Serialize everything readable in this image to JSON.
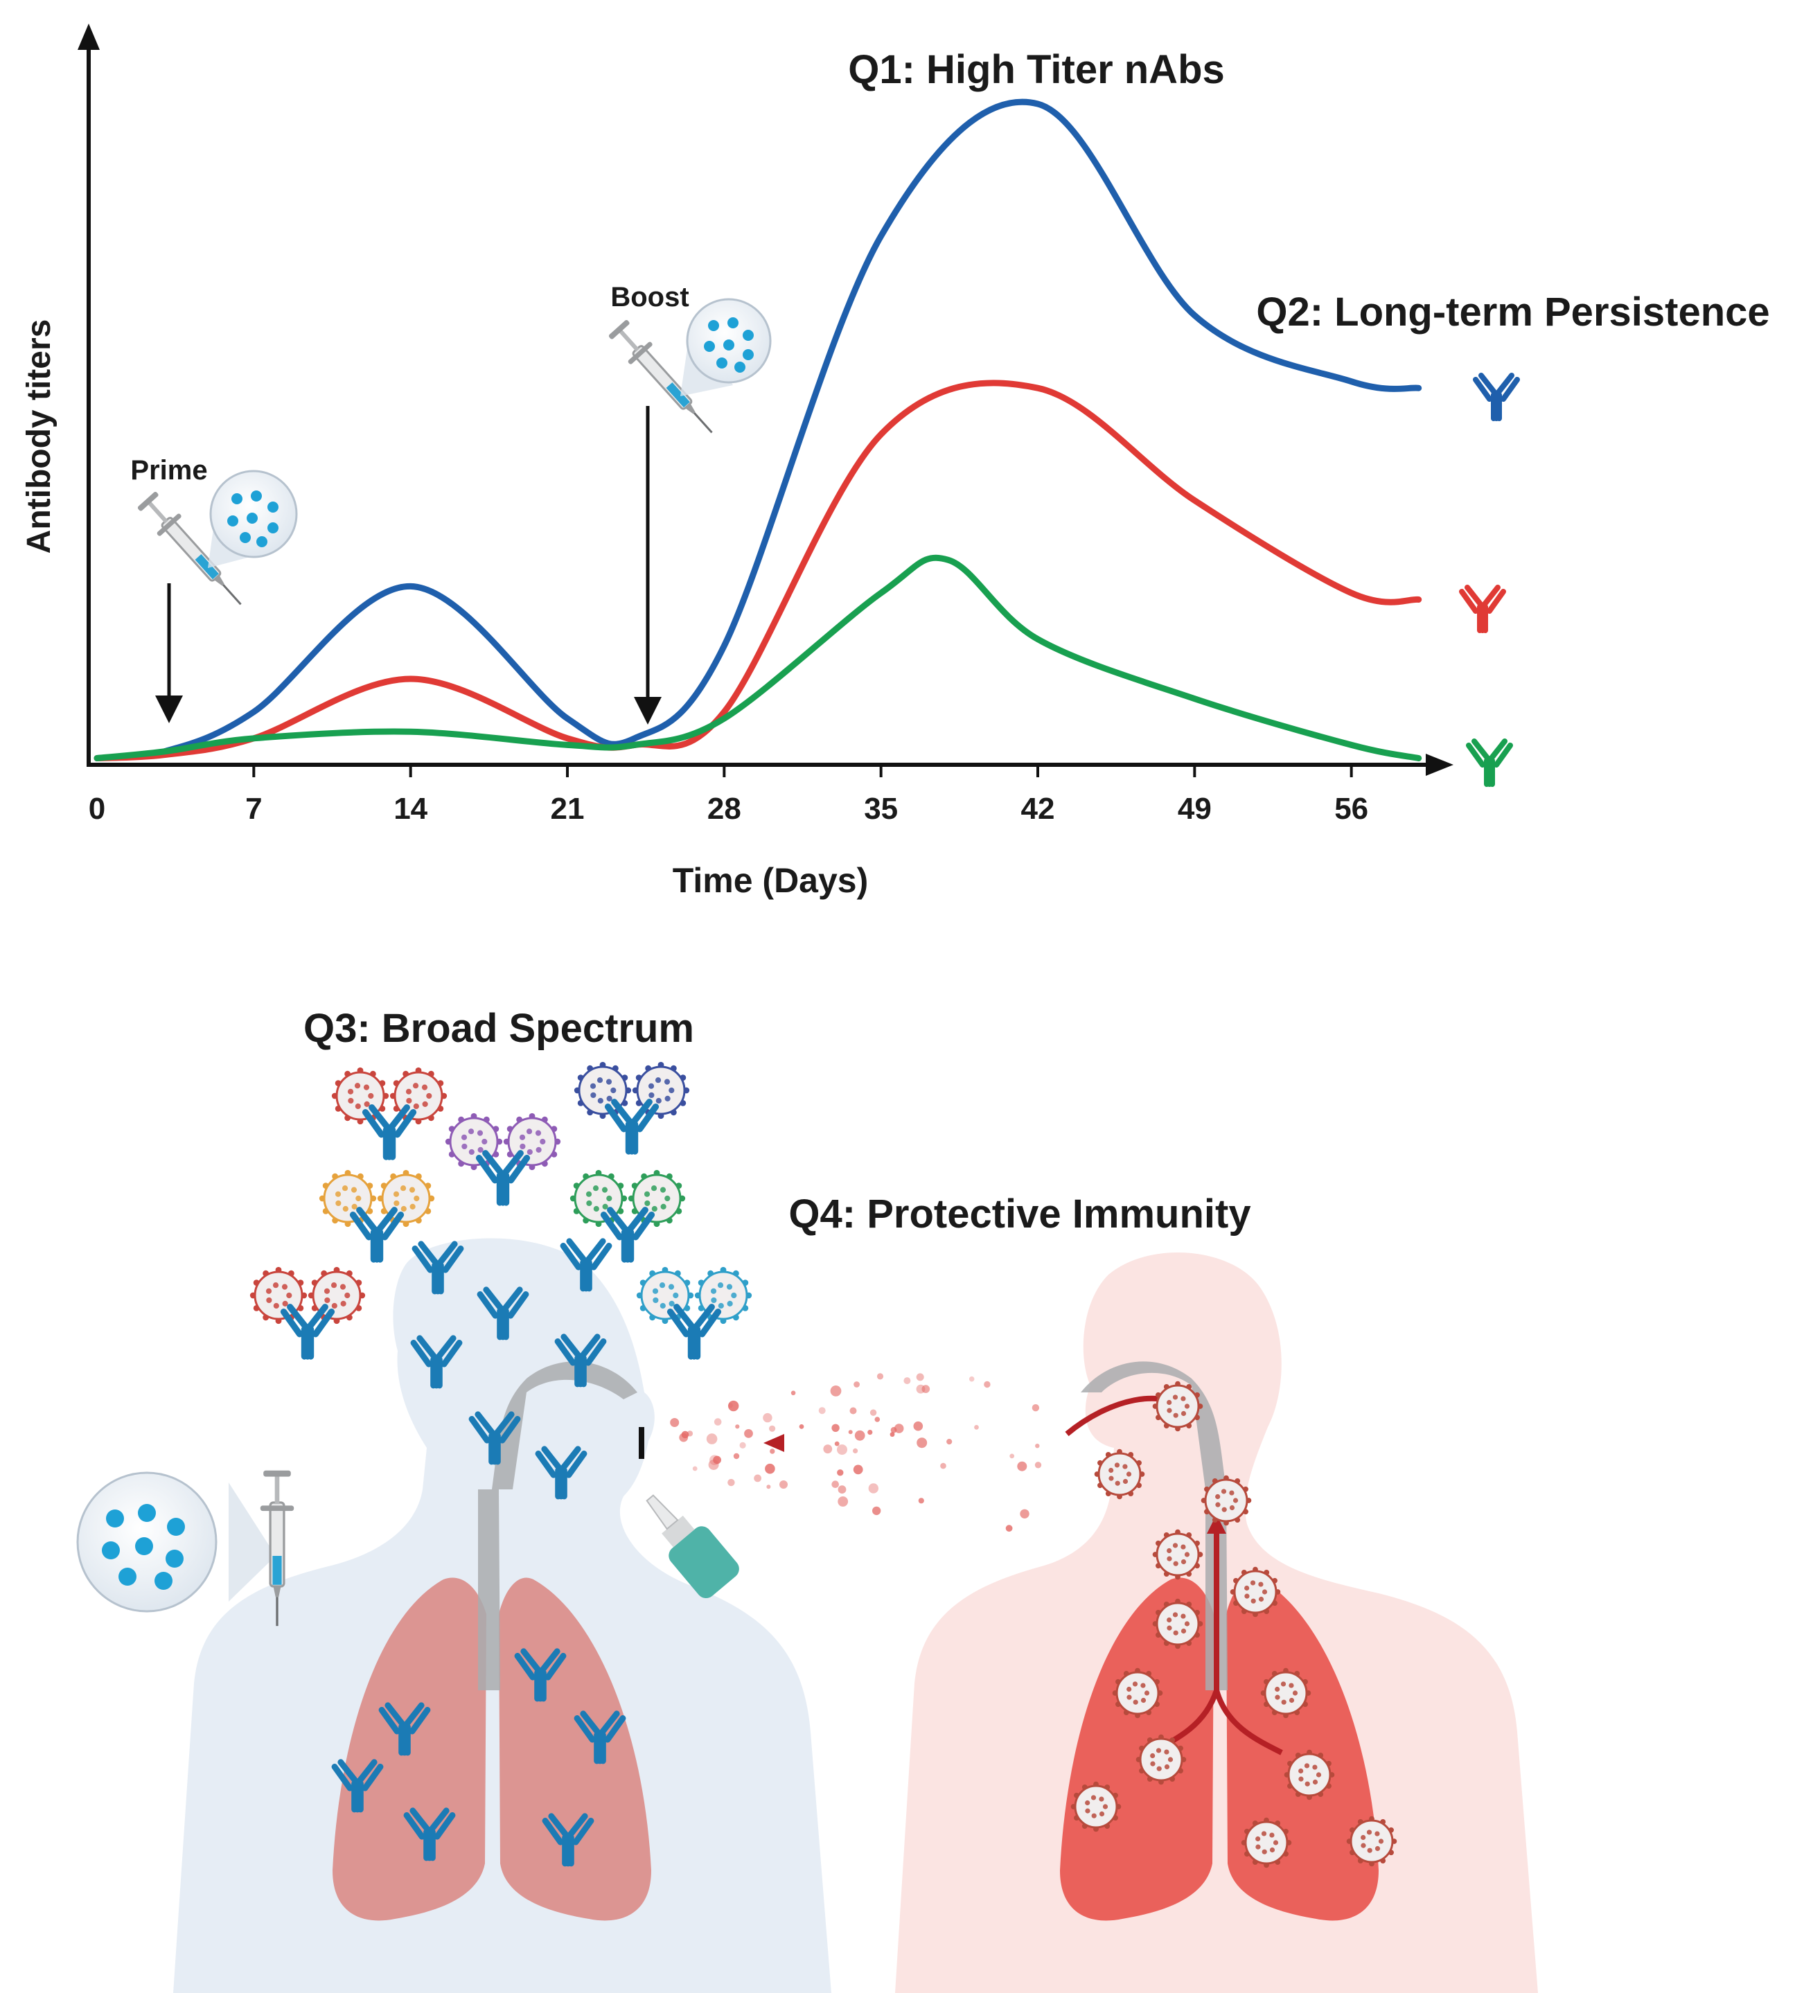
{
  "chart_data": {
    "type": "line",
    "ylabel": "Antibody titers",
    "xlabel": "Time (Days)",
    "xticks": [
      0,
      7,
      14,
      21,
      28,
      35,
      42,
      49,
      56
    ],
    "xlim": [
      0,
      60
    ],
    "ylim": [
      0,
      100
    ],
    "grid": false,
    "series": [
      {
        "color": "#1f5fac",
        "x": [
          0,
          3,
          7,
          14,
          21,
          24,
          28,
          35,
          42,
          49,
          56,
          59
        ],
        "y": [
          1,
          2,
          8,
          27,
          7,
          4,
          18,
          80,
          100,
          68,
          58,
          57
        ]
      },
      {
        "color": "#e03a35",
        "x": [
          0,
          3,
          7,
          14,
          21,
          24,
          28,
          35,
          42,
          49,
          56,
          59
        ],
        "y": [
          1,
          1.5,
          4,
          13,
          4,
          3,
          8,
          50,
          57,
          40,
          26,
          25
        ]
      },
      {
        "color": "#18a050",
        "x": [
          0,
          3,
          7,
          14,
          21,
          24,
          28,
          35,
          38,
          42,
          49,
          56,
          59
        ],
        "y": [
          1,
          2,
          4,
          5,
          3,
          3,
          7,
          26,
          31,
          19,
          10,
          3,
          1
        ]
      }
    ],
    "annotations": {
      "prime": {
        "label": "Prime",
        "day": 3
      },
      "boost": {
        "label": "Boost",
        "day": 24
      },
      "q1": "Q1: High Titer nAbs",
      "q2": "Q2: Long-term Persistence"
    }
  },
  "labels": {
    "q3": "Q3: Broad Spectrum",
    "q4": "Q4: Protective Immunity"
  },
  "colors": {
    "antibody": "#1b7bb5",
    "vaccine_dot": "#1ea1d6",
    "person_left": "#e6edf5",
    "person_right": "#fbe4e2",
    "lung_left": "#d98580",
    "lung_right": "#e64a43",
    "virus": "#b74a3c",
    "airway": "#a9abae",
    "arrow_red": "#b52025"
  },
  "virus_colors": [
    "#c9453d",
    "#3a4f9f",
    "#8e5bb5",
    "#e6a23c",
    "#2e9e5a",
    "#c9453d",
    "#2f9fc9"
  ]
}
